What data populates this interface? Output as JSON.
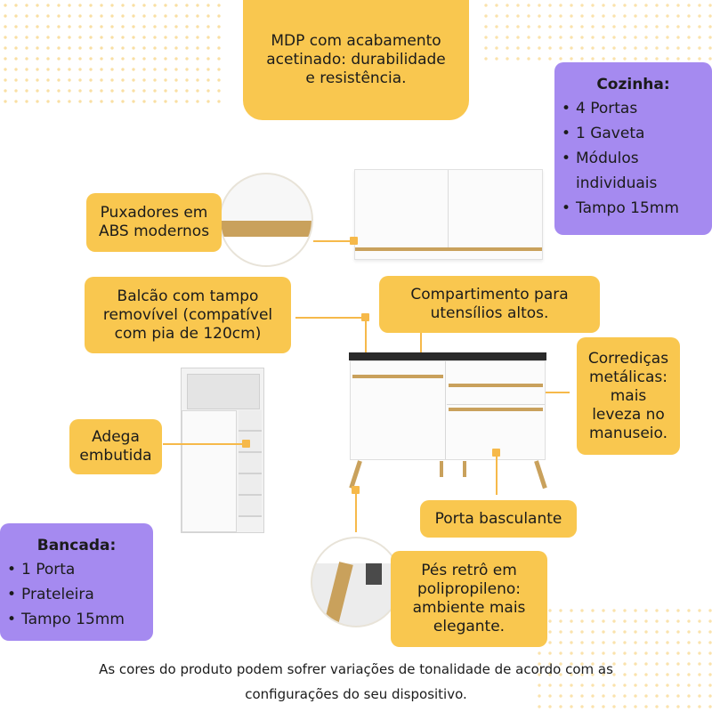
{
  "top_note": [
    "MDP com acabamento",
    "acetinado: durabilidade",
    "e resistência."
  ],
  "cozinha": {
    "title": "Cozinha:",
    "items": [
      "4 Portas",
      "1 Gaveta",
      "Módulos",
      "individuais",
      "Tampo 15mm"
    ]
  },
  "bancada": {
    "title": "Bancada:",
    "items": [
      "1 Porta",
      "Prateleira",
      "Tampo 15mm"
    ]
  },
  "callouts": {
    "puxadores": [
      "Puxadores em",
      "ABS modernos"
    ],
    "balcao": [
      "Balcão com tampo",
      "removível (compatível",
      "com pia de 120cm)"
    ],
    "compartimento": [
      "Compartimento para",
      "utensílios altos."
    ],
    "corredicas": [
      "Corrediças",
      "metálicas:",
      "mais",
      "leveza no",
      "manuseio."
    ],
    "adega": [
      "Adega",
      "embutida"
    ],
    "porta": "Porta basculante",
    "pes": [
      "Pés retrô em",
      "polipropileno:",
      "ambiente mais",
      "elegante."
    ]
  },
  "footer": [
    "As cores do produto podem sofrer variações de tonalidade de acordo com as",
    "configurações do seu dispositivo."
  ],
  "colors": {
    "yellow": "#f9c74f",
    "purple": "#a58af0",
    "wood": "#c9a15c",
    "white_panel": "#ffffff",
    "top_black": "#2a2a2a"
  }
}
